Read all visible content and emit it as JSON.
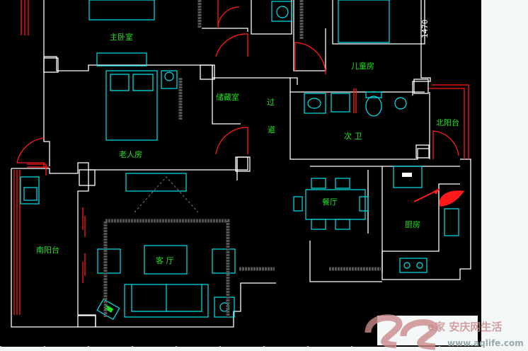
{
  "rooms": {
    "master_bedroom": "主卧室",
    "children_room": "儿童房",
    "storage": "储藏室",
    "corridor_1": "过",
    "corridor_2": "道",
    "elder_room": "老人房",
    "second_bath": "次 卫",
    "north_balcony": "北阳台",
    "dining": "餐厅",
    "kitchen": "厨房",
    "south_balcony": "南阳台",
    "living_room": "客 厅"
  },
  "dimension": "1470",
  "watermark": {
    "brand": "e家 安庆网生活",
    "url": "www.aqlife.com"
  },
  "colors": {
    "background": "#000000",
    "walls": "#ffffff",
    "furniture": "#00e5ee",
    "windows_doors": "#ff1a1a",
    "labels": "#22e022"
  }
}
